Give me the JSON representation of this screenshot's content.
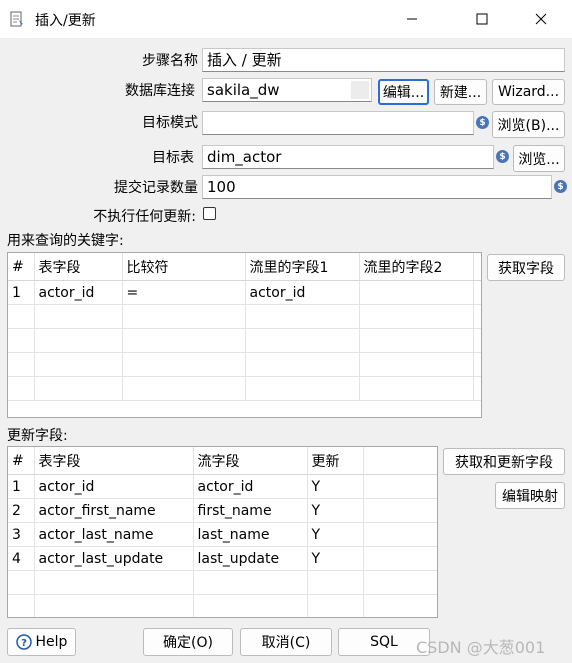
{
  "window": {
    "title": "插入/更新"
  },
  "form": {
    "step_name_label": "步骤名称",
    "step_name_value": "插入 / 更新",
    "db_conn_label": "数据库连接",
    "db_conn_value": "sakila_dw",
    "edit_label": "编辑...",
    "new_label": "新建...",
    "wizard_label": "Wizard...",
    "target_schema_label": "目标模式",
    "target_schema_value": "",
    "browse_b_label": "浏览(B)...",
    "target_table_label": "目标表",
    "target_table_value": "dim_actor",
    "browse_label": "浏览...",
    "commit_size_label": "提交记录数量",
    "commit_size_value": "100",
    "no_update_label": "不执行任何更新:"
  },
  "keys": {
    "section_label": "用来查询的关键字:",
    "get_fields_label": "获取字段",
    "columns": [
      "#",
      "表字段",
      "比较符",
      "流里的字段1",
      "流里的字段2"
    ],
    "rows": [
      {
        "num": "1",
        "table_field": "actor_id",
        "comparator": "=",
        "stream1": "actor_id",
        "stream2": ""
      }
    ]
  },
  "update": {
    "section_label": "更新字段:",
    "get_update_fields_label": "获取和更新字段",
    "edit_mapping_label": "编辑映射",
    "columns": [
      "#",
      "表字段",
      "流字段",
      "更新"
    ],
    "rows": [
      {
        "num": "1",
        "table_field": "actor_id",
        "stream_field": "actor_id",
        "update": "Y"
      },
      {
        "num": "2",
        "table_field": "actor_first_name",
        "stream_field": "first_name",
        "update": "Y"
      },
      {
        "num": "3",
        "table_field": "actor_last_name",
        "stream_field": "last_name",
        "update": "Y"
      },
      {
        "num": "4",
        "table_field": "actor_last_update",
        "stream_field": "last_update",
        "update": "Y"
      }
    ]
  },
  "footer": {
    "help_label": "Help",
    "ok_label": "确定(O)",
    "cancel_label": "取消(C)",
    "sql_label": "SQL",
    "watermark": "CSDN @大葱001"
  },
  "icons": {
    "app": "insert-update-icon",
    "variable": "dollar-variable-icon",
    "help": "question-circle-icon"
  }
}
